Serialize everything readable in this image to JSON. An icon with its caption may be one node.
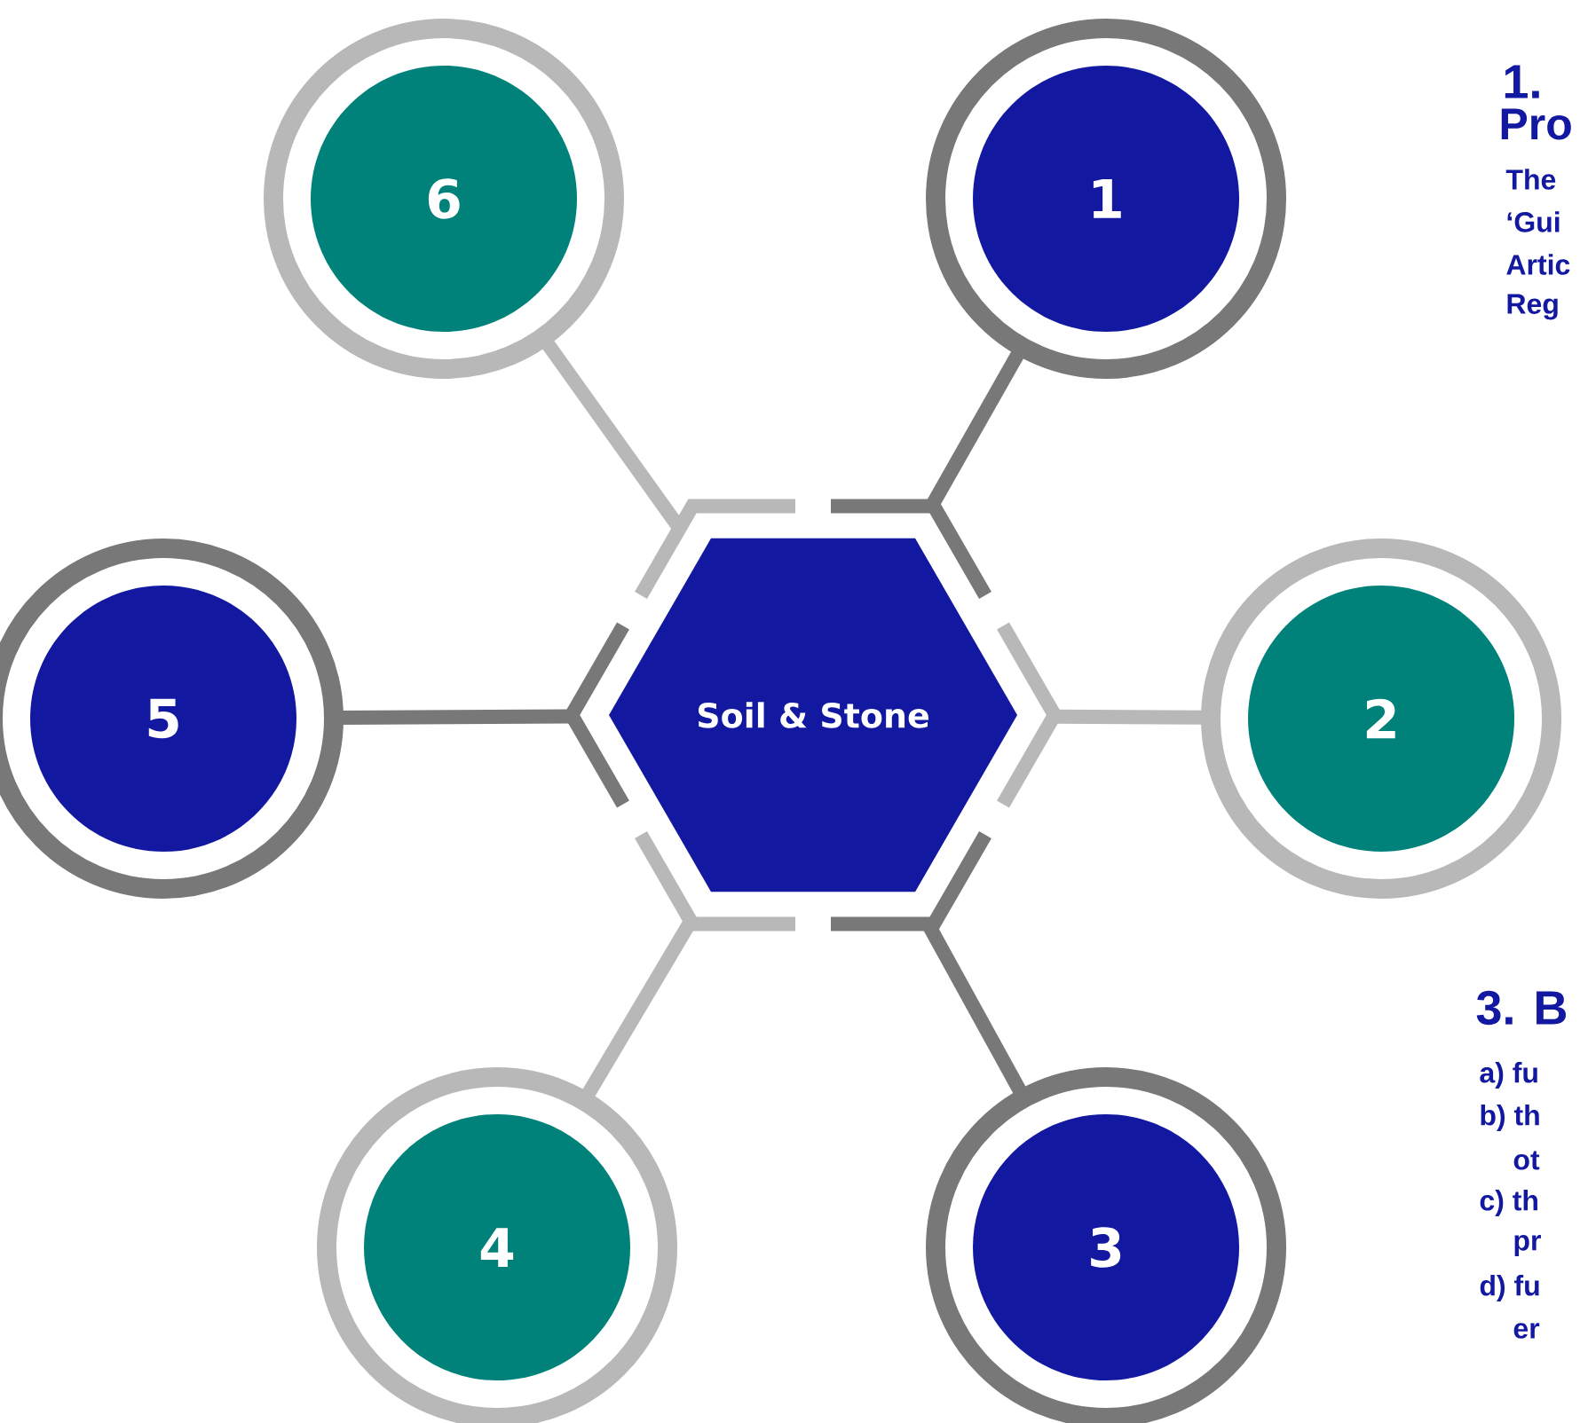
{
  "diagram": {
    "nodes": [
      {
        "text": [
          "Soil & Stone"
        ]
      },
      {
        "text": [
          "6"
        ]
      },
      {
        "text": [
          "1"
        ]
      },
      {
        "text": [
          "5"
        ]
      },
      {
        "text": [
          "2"
        ]
      },
      {
        "text": [
          "4"
        ]
      },
      {
        "text": [
          "3"
        ]
      }
    ],
    "edges": [
      {
        "from": 0,
        "to": 1,
        "arrow": "none",
        "color": "#b8b8b8"
      },
      {
        "from": 0,
        "to": 2,
        "arrow": "none",
        "color": "#787878"
      },
      {
        "from": 0,
        "to": 3,
        "arrow": "none",
        "color": "#787878"
      },
      {
        "from": 0,
        "to": 4,
        "arrow": "none",
        "color": "#b8b8b8"
      },
      {
        "from": 0,
        "to": 5,
        "arrow": "none",
        "color": "#b8b8b8"
      },
      {
        "from": 0,
        "to": 6,
        "arrow": "none",
        "color": "#787878"
      }
    ],
    "labels": [
      "1.",
      "Pro",
      "The",
      "‘Gui",
      "Artic",
      "Reg",
      "3. B",
      "a) fu",
      "b) th",
      "ot",
      "c) th",
      "pr",
      "d) fu",
      "er"
    ]
  }
}
